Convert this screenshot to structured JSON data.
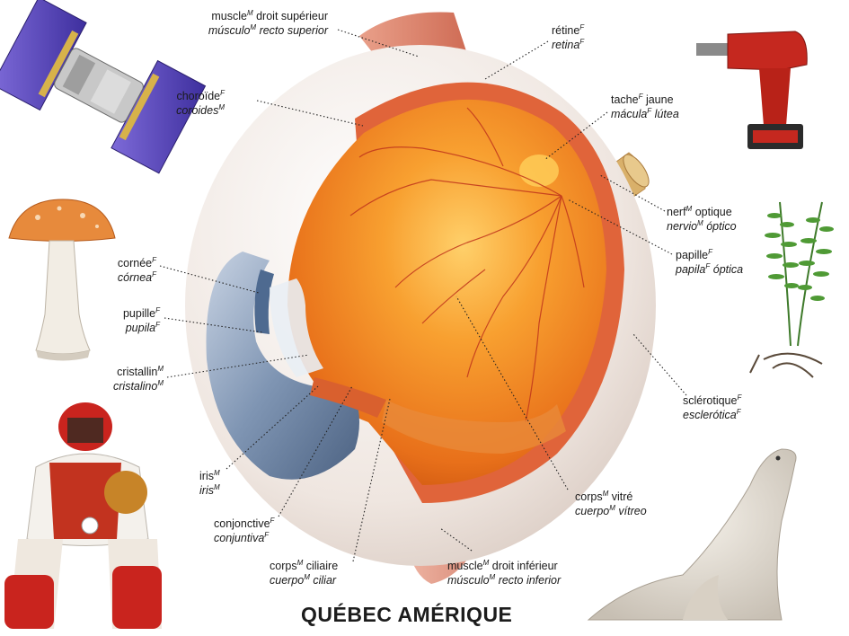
{
  "labels": {
    "muscle_superior": {
      "fr": "muscle",
      "fr_g": "M",
      "fr_rest": " droit supérieur",
      "es": "músculo",
      "es_g": "M",
      "es_rest": " recto superior"
    },
    "retine": {
      "fr": "rétine",
      "fr_g": "F",
      "es": "retina",
      "es_g": "F"
    },
    "choroide": {
      "fr": "choroïde",
      "fr_g": "F",
      "es": "coroides",
      "es_g": "M"
    },
    "tache_jaune": {
      "fr": "tache",
      "fr_g": "F",
      "fr_rest": " jaune",
      "es": "mácula",
      "es_g": "F",
      "es_rest": " lútea"
    },
    "nerf_optique": {
      "fr": "nerf",
      "fr_g": "M",
      "fr_rest": " optique",
      "es": "nervio",
      "es_g": "M",
      "es_rest": " óptico"
    },
    "papille": {
      "fr": "papille",
      "fr_g": "F",
      "es": "papila",
      "es_g": "F",
      "es_rest": " óptica"
    },
    "cornee": {
      "fr": "cornée",
      "fr_g": "F",
      "es": "córnea",
      "es_g": "F"
    },
    "pupille": {
      "fr": "pupille",
      "fr_g": "F",
      "es": "pupila",
      "es_g": "F"
    },
    "cristallin": {
      "fr": "cristallin",
      "fr_g": "M",
      "es": "cristalino",
      "es_g": "M"
    },
    "sclerotique": {
      "fr": "sclérotique",
      "fr_g": "F",
      "es": "esclerótica",
      "es_g": "F"
    },
    "iris": {
      "fr": "iris",
      "fr_g": "M",
      "es": "iris",
      "es_g": "M"
    },
    "corps_vitre": {
      "fr": "corps",
      "fr_g": "M",
      "fr_rest": " vitré",
      "es": "cuerpo",
      "es_g": "M",
      "es_rest": " vítreo"
    },
    "conjonctive": {
      "fr": "conjonctive",
      "fr_g": "F",
      "es": "conjuntiva",
      "es_g": "F"
    },
    "corps_ciliaire": {
      "fr": "corps",
      "fr_g": "M",
      "fr_rest": " ciliaire",
      "es": "cuerpo",
      "es_g": "M",
      "es_rest": " ciliar"
    },
    "muscle_inferior": {
      "fr": "muscle",
      "fr_g": "M",
      "fr_rest": " droit inférieur",
      "es": "músculo",
      "es_g": "M",
      "es_rest": " recto inferior"
    }
  },
  "brand": "QUÉBEC AMÉRIQUE",
  "colors": {
    "vitreous": "#f08a1e",
    "sclera": "#f3ece6",
    "cornea": "#8fa3bd",
    "retina": "#e2683a"
  }
}
